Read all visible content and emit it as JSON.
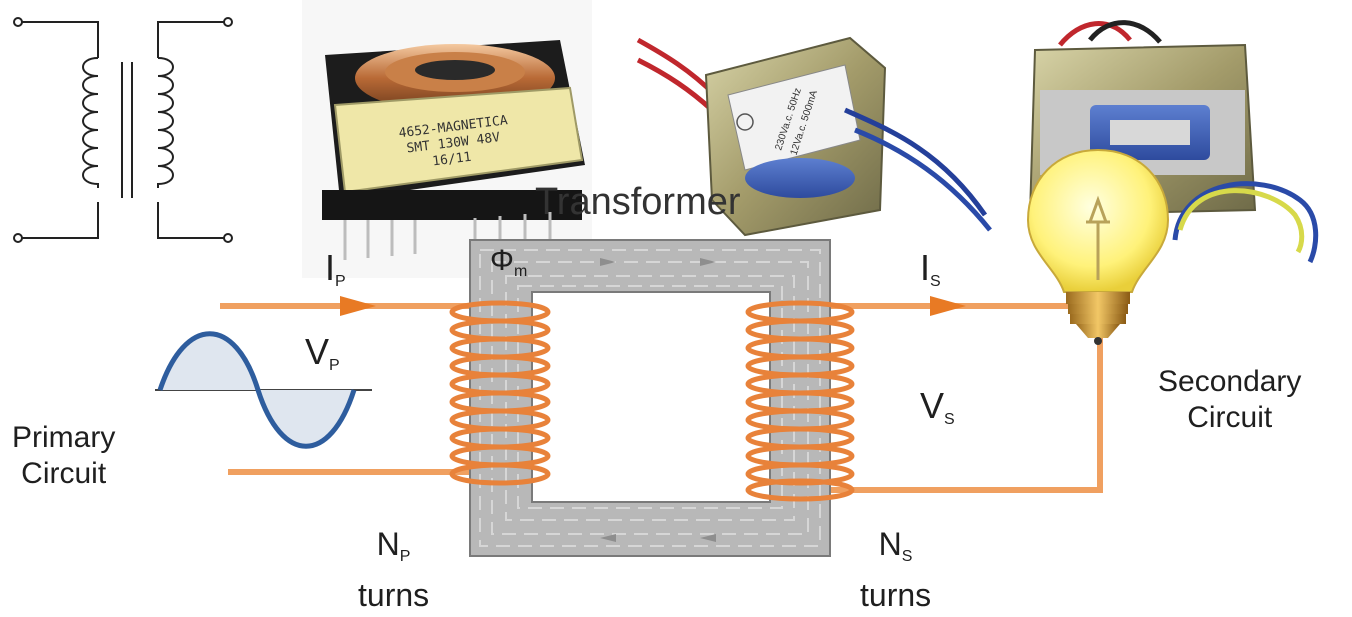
{
  "title": "Transformer",
  "flux_label": {
    "main": "Φ",
    "sub": "m"
  },
  "primary": {
    "current": {
      "main": "I",
      "sub": "P"
    },
    "voltage": {
      "main": "V",
      "sub": "P"
    },
    "turns": {
      "main": "N",
      "sub": "P",
      "word": "turns"
    },
    "circuit_line1": "Primary",
    "circuit_line2": "Circuit"
  },
  "secondary": {
    "current": {
      "main": "I",
      "sub": "S"
    },
    "voltage": {
      "main": "V",
      "sub": "S"
    },
    "turns": {
      "main": "N",
      "sub": "S",
      "word": "turns"
    },
    "circuit_line1": "Secondary",
    "circuit_line2": "Circuit"
  },
  "photo_labels": {
    "smd_line1": "4652-MAGNETICA",
    "smd_line2": "SMT 130W 48V",
    "smd_line3": "16/11",
    "lam_line1": "230Va.c. 50Hz",
    "lam_line2": "12Va.c. 500mA"
  },
  "colors": {
    "wire": "#f0a060",
    "coil": "#e8823a",
    "core": "#b8b8b8",
    "core_edge": "#7a7a7a",
    "sine": "#2e5d9e",
    "bulb": "#fff27a"
  },
  "icons": [
    "transformer-symbol-icon",
    "lightbulb-icon",
    "sine-wave-icon"
  ]
}
